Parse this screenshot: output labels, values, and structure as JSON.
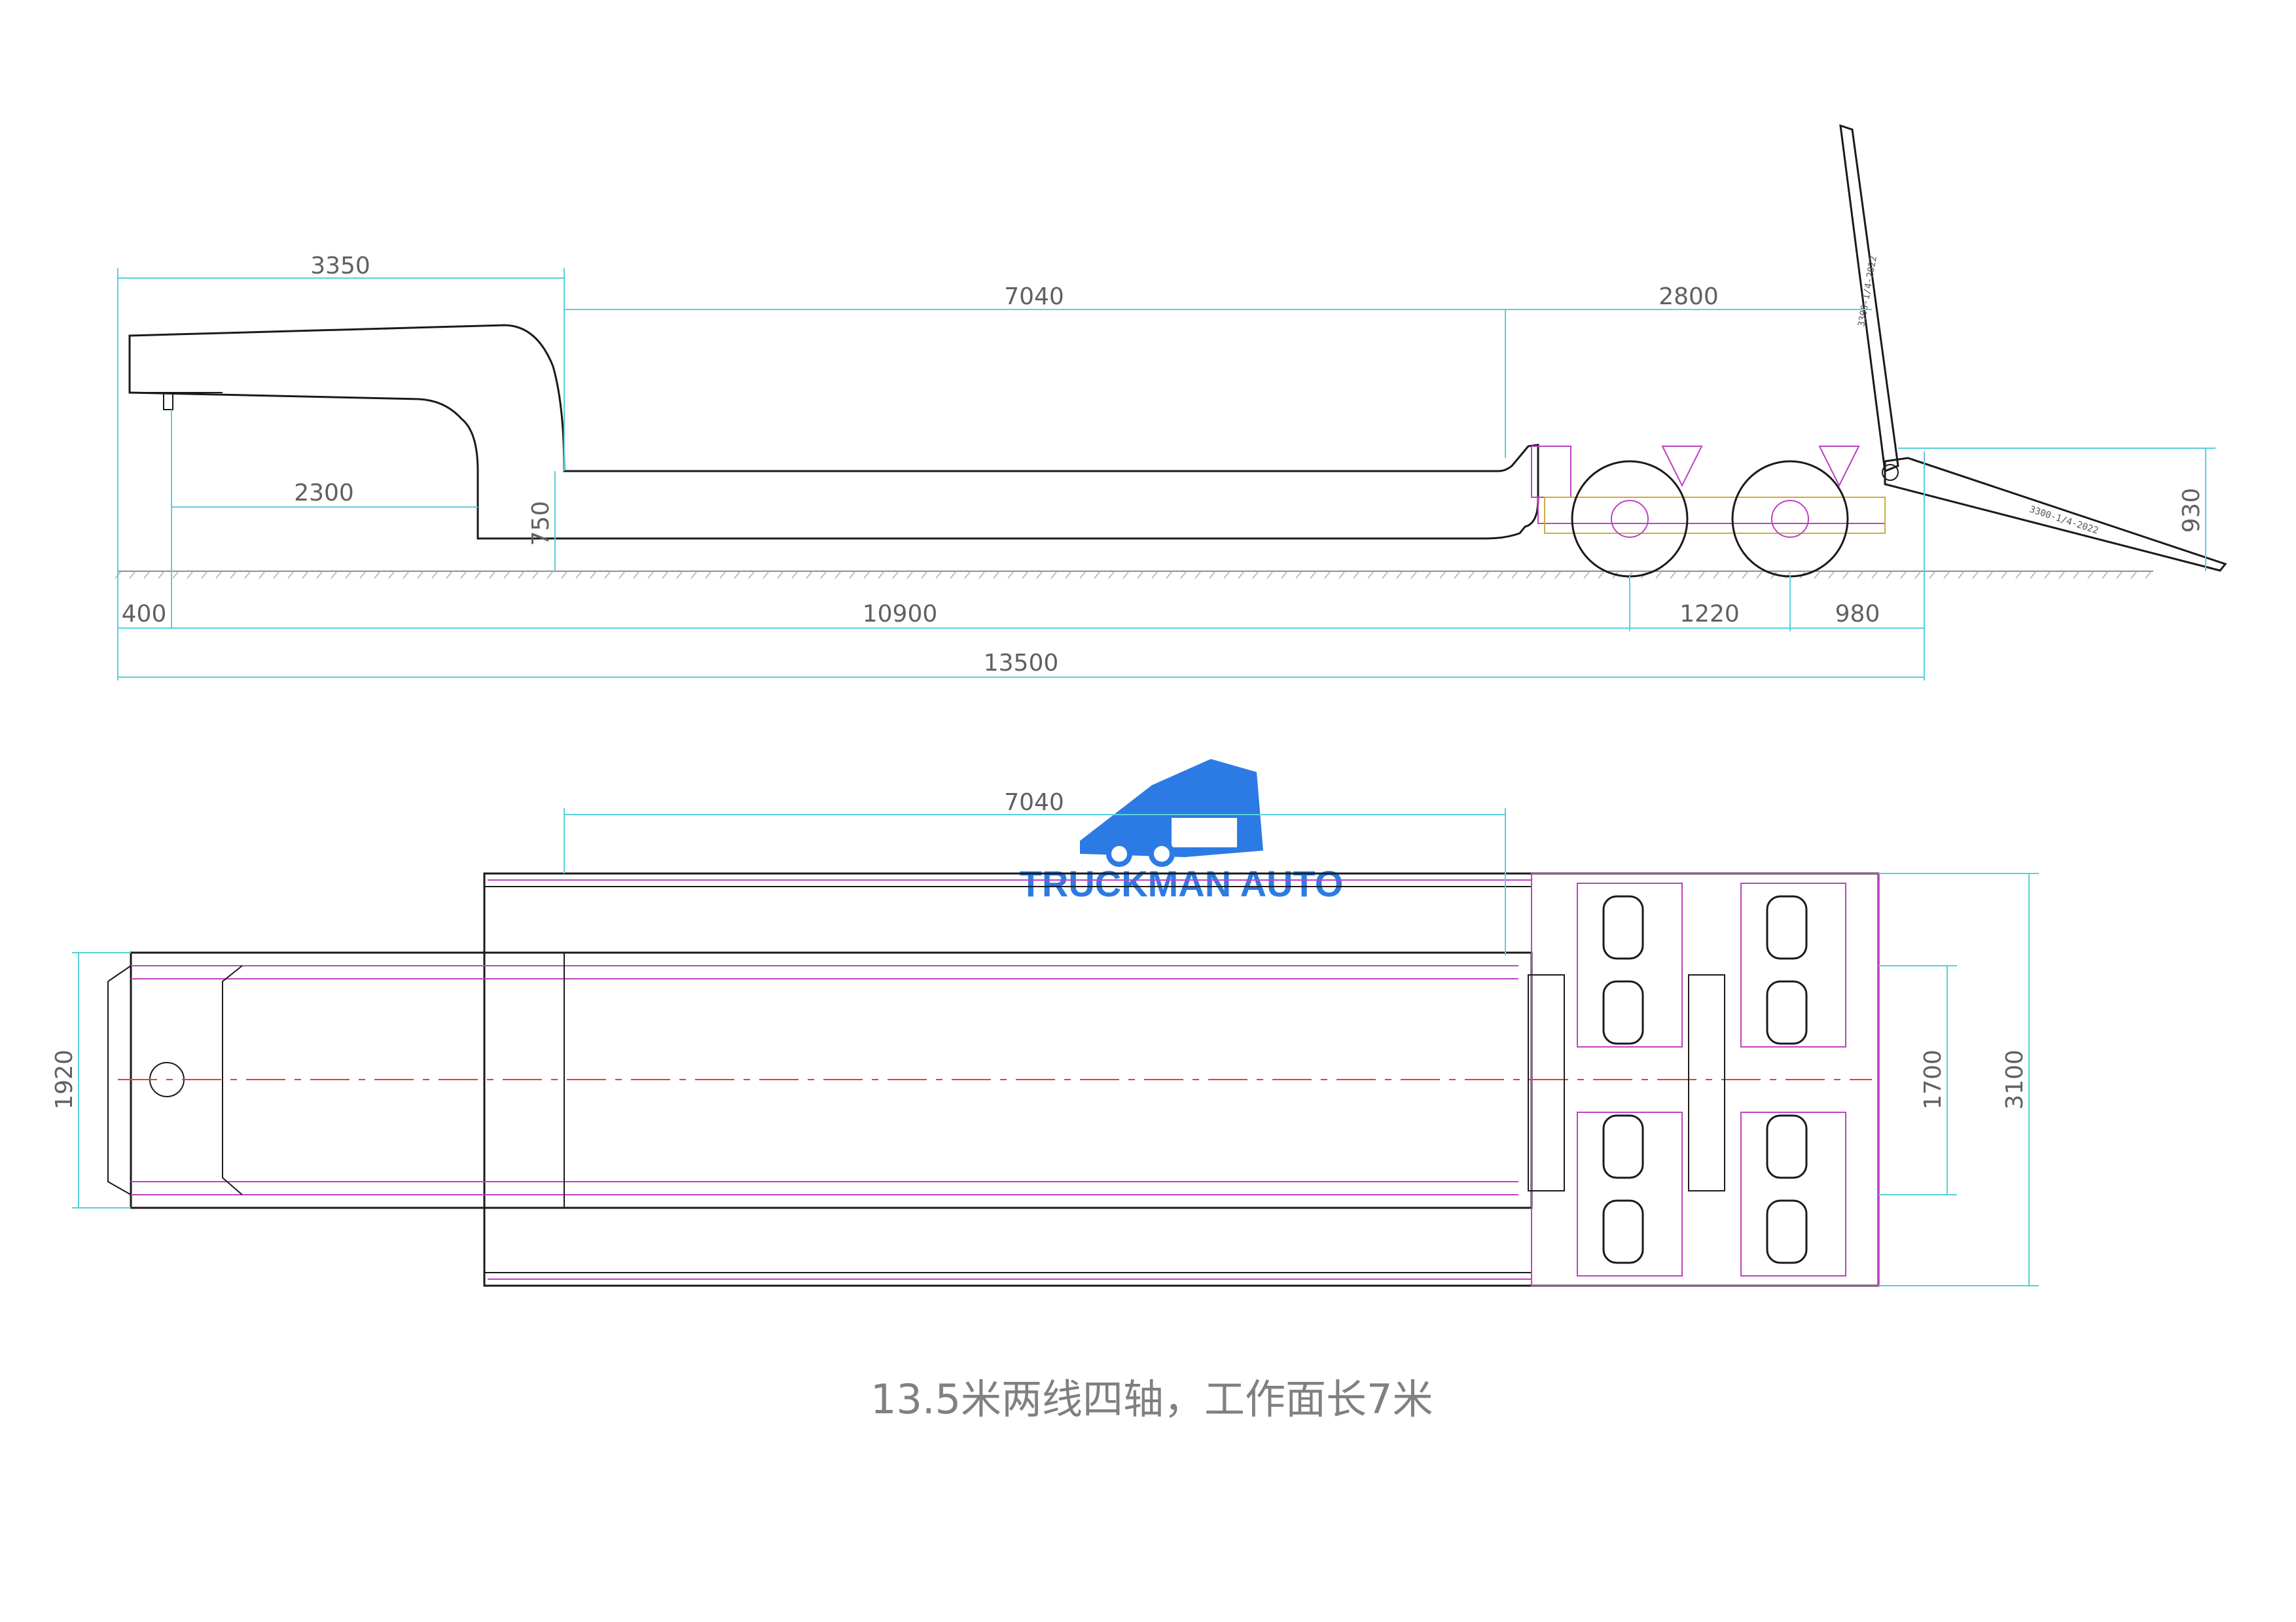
{
  "side_view": {
    "dims": {
      "gooseneck_len": "3350",
      "deck_len": "7040",
      "rear_len": "2800",
      "neck_base": "2300",
      "deck_height": "750",
      "front_overhang": "400",
      "kingpin_to_axle": "10900",
      "axle_spacing": "1220",
      "rear_overhang": "980",
      "overall_len": "13500",
      "ramp_height": "930"
    },
    "ramp_marks": [
      "3300-1/4-2022",
      "3300-1/4-2022"
    ]
  },
  "top_view": {
    "dims": {
      "deck_len": "7040",
      "neck_width": "1920",
      "inner_width": "1700",
      "overall_width": "3100"
    }
  },
  "logo": {
    "text": "TRUCKMAN AUTO",
    "color": "#2c7be5"
  },
  "caption": "13.5米两线四轴，工作面长7米",
  "colors": {
    "outline": "#1a1a1a",
    "dimension": "#58d0d8",
    "detail": "#c040c0",
    "centerline": "#e04040"
  }
}
